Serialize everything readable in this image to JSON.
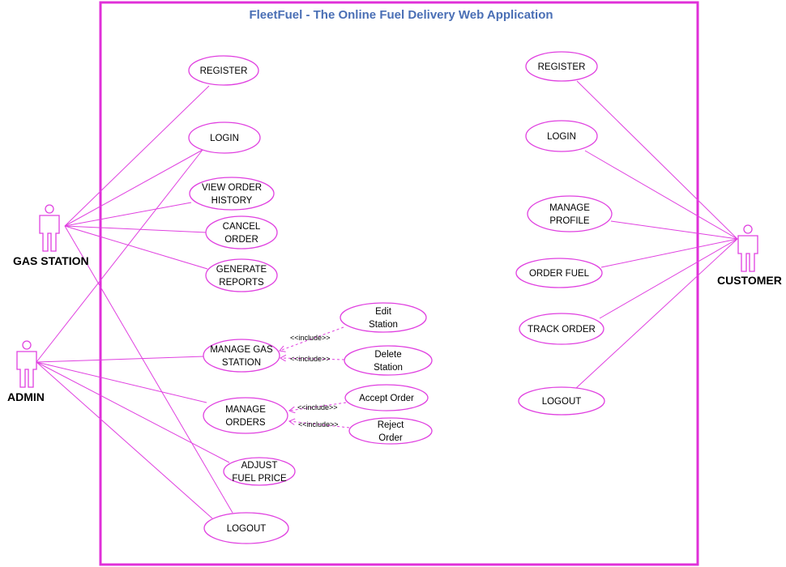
{
  "title": "FleetFuel - The Online Fuel Delivery Web Application",
  "colors": {
    "border": "#e030d8",
    "line": "#e040e0",
    "title": "#4a6fb5",
    "text": "#000000"
  },
  "actors": {
    "gas_station": "GAS STATION",
    "admin": "ADMIN",
    "customer": "CUSTOMER"
  },
  "use_cases": {
    "gs_register": [
      "REGISTER"
    ],
    "gs_login": [
      "LOGIN"
    ],
    "view_order_history": [
      "VIEW ORDER",
      "HISTORY"
    ],
    "cancel_order": [
      "CANCEL",
      "ORDER"
    ],
    "generate_reports": [
      "GENERATE",
      "REPORTS"
    ],
    "manage_gas_station": [
      "MANAGE GAS",
      "STATION"
    ],
    "edit_station": [
      "Edit",
      "Station"
    ],
    "delete_station": [
      "Delete",
      "Station"
    ],
    "manage_orders": [
      "MANAGE",
      "ORDERS"
    ],
    "accept_order": [
      "Accept Order"
    ],
    "reject_order": [
      "Reject",
      "Order"
    ],
    "adjust_fuel_price": [
      "ADJUST",
      "FUEL PRICE"
    ],
    "admin_logout": [
      "LOGOUT"
    ],
    "c_register": [
      "REGISTER"
    ],
    "c_login": [
      "LOGIN"
    ],
    "manage_profile": [
      "MANAGE",
      "PROFILE"
    ],
    "order_fuel": [
      "ORDER FUEL"
    ],
    "track_order": [
      "TRACK ORDER"
    ],
    "c_logout": [
      "LOGOUT"
    ]
  },
  "include_label": "<<include>>"
}
